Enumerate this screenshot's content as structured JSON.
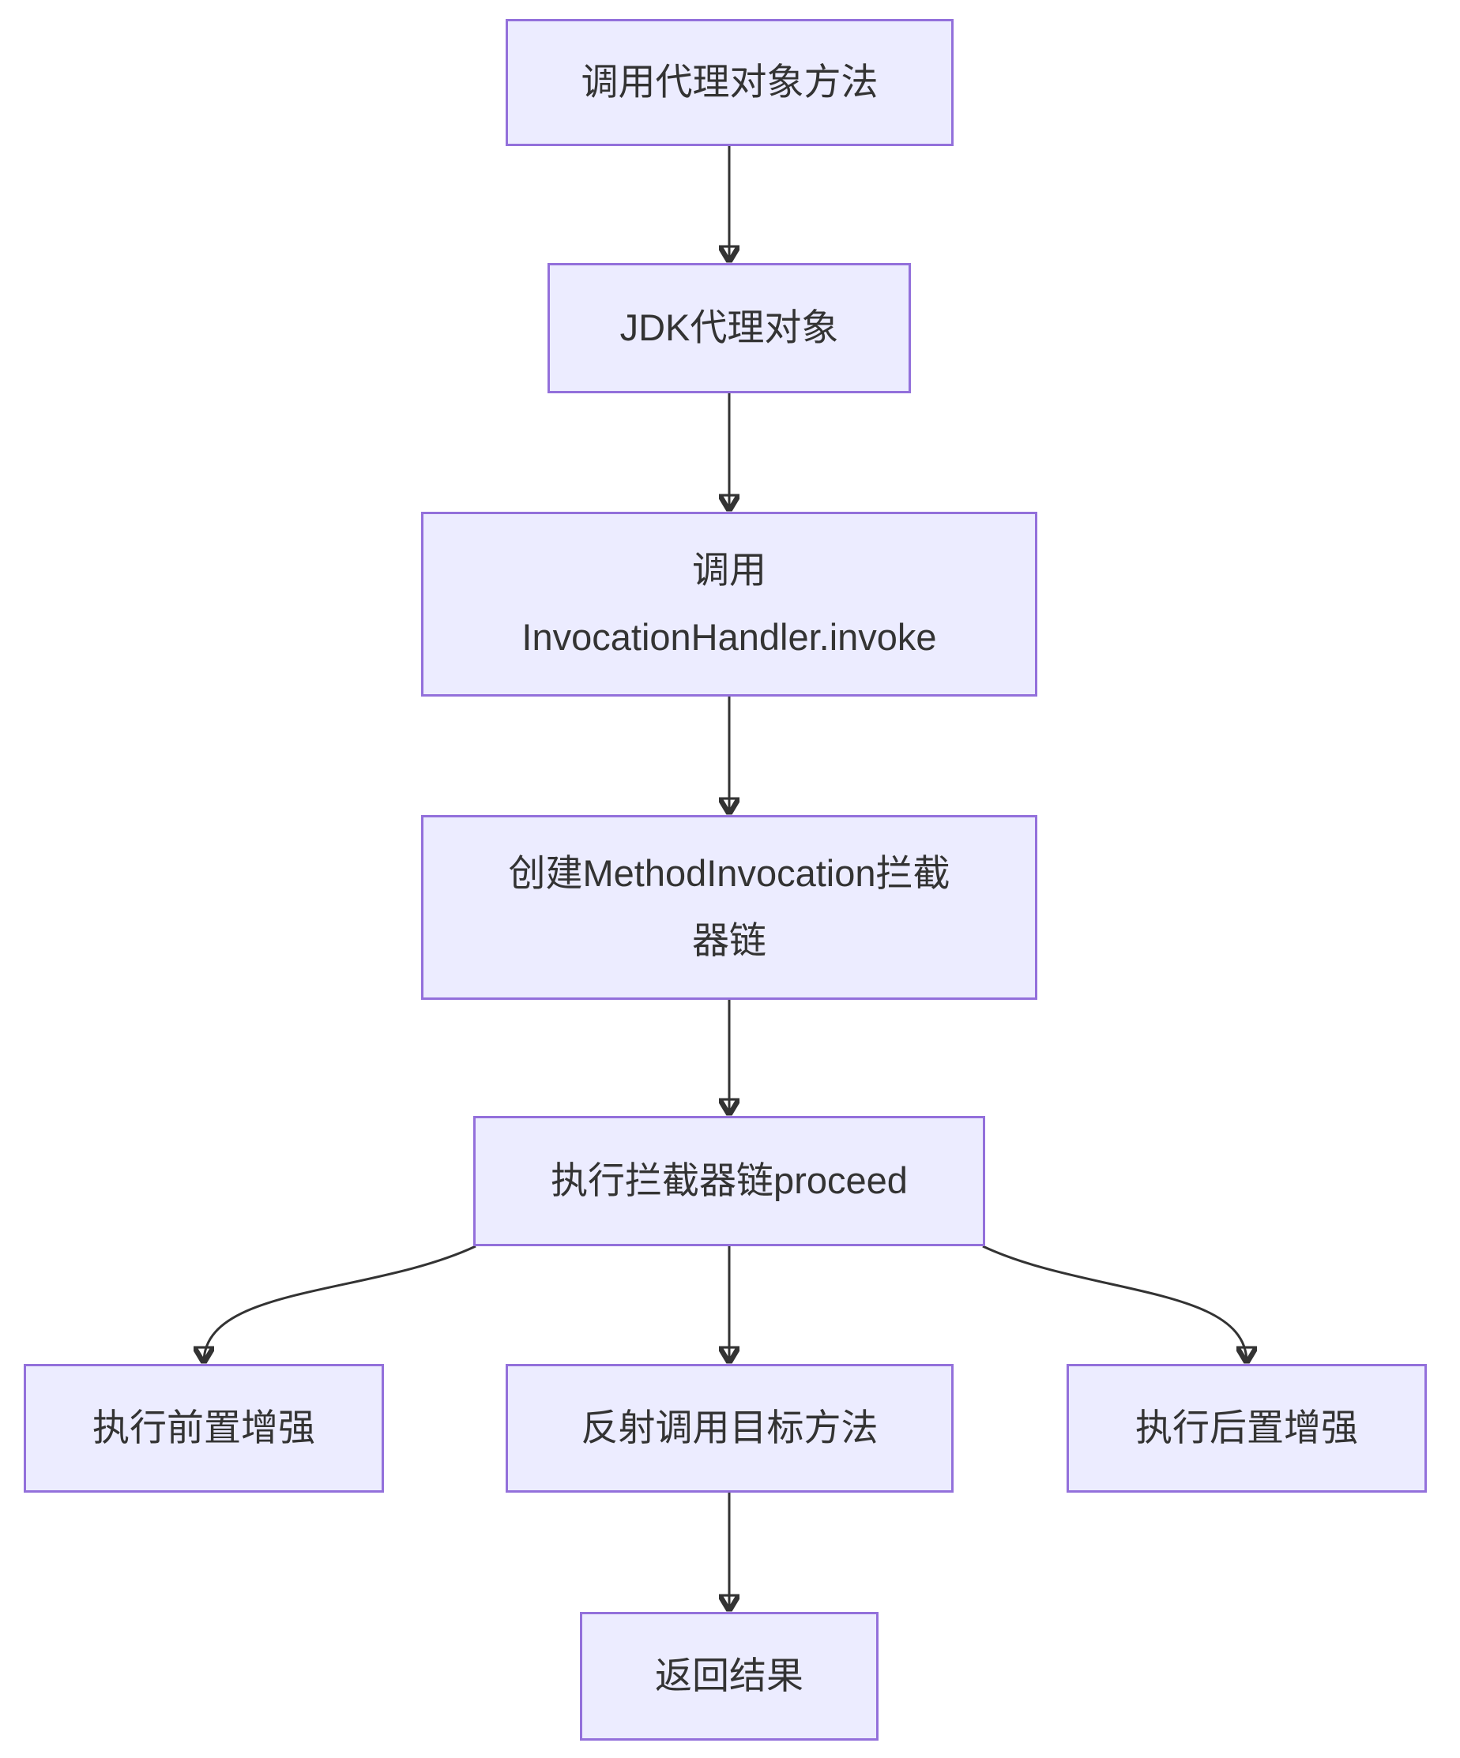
{
  "diagram": {
    "type": "flowchart",
    "direction": "top-down",
    "nodes": [
      {
        "id": "A",
        "label": "调用代理对象方法",
        "lines": [
          "调用代理对象方法"
        ]
      },
      {
        "id": "B",
        "label": "JDK代理对象",
        "lines": [
          "JDK代理对象"
        ]
      },
      {
        "id": "C",
        "label": "调用 InvocationHandler.invoke",
        "lines": [
          "调用",
          "InvocationHandler.invoke"
        ]
      },
      {
        "id": "D",
        "label": "创建MethodInvocation拦截器链",
        "lines": [
          "创建MethodInvocation拦截",
          "器链"
        ]
      },
      {
        "id": "E",
        "label": "执行拦截器链proceed",
        "lines": [
          "执行拦截器链proceed"
        ]
      },
      {
        "id": "F",
        "label": "执行前置增强",
        "lines": [
          "执行前置增强"
        ]
      },
      {
        "id": "G",
        "label": "反射调用目标方法",
        "lines": [
          "反射调用目标方法"
        ]
      },
      {
        "id": "H",
        "label": "执行后置增强",
        "lines": [
          "执行后置增强"
        ]
      },
      {
        "id": "I",
        "label": "返回结果",
        "lines": [
          "返回结果"
        ]
      }
    ],
    "edges": [
      {
        "from": "A",
        "to": "B",
        "arrow": "down"
      },
      {
        "from": "B",
        "to": "C",
        "arrow": "down"
      },
      {
        "from": "C",
        "to": "D",
        "arrow": "down"
      },
      {
        "from": "D",
        "to": "E",
        "arrow": "down"
      },
      {
        "from": "E",
        "to": "F",
        "arrow": "curve-left-down"
      },
      {
        "from": "E",
        "to": "G",
        "arrow": "down"
      },
      {
        "from": "E",
        "to": "H",
        "arrow": "curve-right-down"
      },
      {
        "from": "G",
        "to": "I",
        "arrow": "down"
      }
    ],
    "colors": {
      "node_fill": "#ECECFF",
      "node_border": "#9370DB",
      "edge_line": "#333333",
      "text": "#333333",
      "background": "#FFFFFF"
    }
  }
}
